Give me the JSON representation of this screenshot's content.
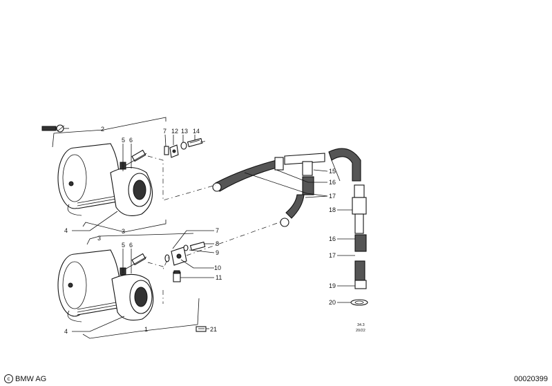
{
  "footer": {
    "brand": "BMW AG",
    "doc_number": "00020399"
  },
  "diagram": {
    "callouts": [
      "1",
      "2",
      "3",
      "3",
      "4",
      "4",
      "5",
      "5",
      "6",
      "6",
      "7",
      "7",
      "8",
      "9",
      "10",
      "11",
      "12",
      "13",
      "14",
      "15",
      "16",
      "16",
      "17",
      "17",
      "18",
      "19",
      "20",
      "21"
    ],
    "stamp": {
      "line1": "34.3",
      "line2": "20/22"
    }
  }
}
